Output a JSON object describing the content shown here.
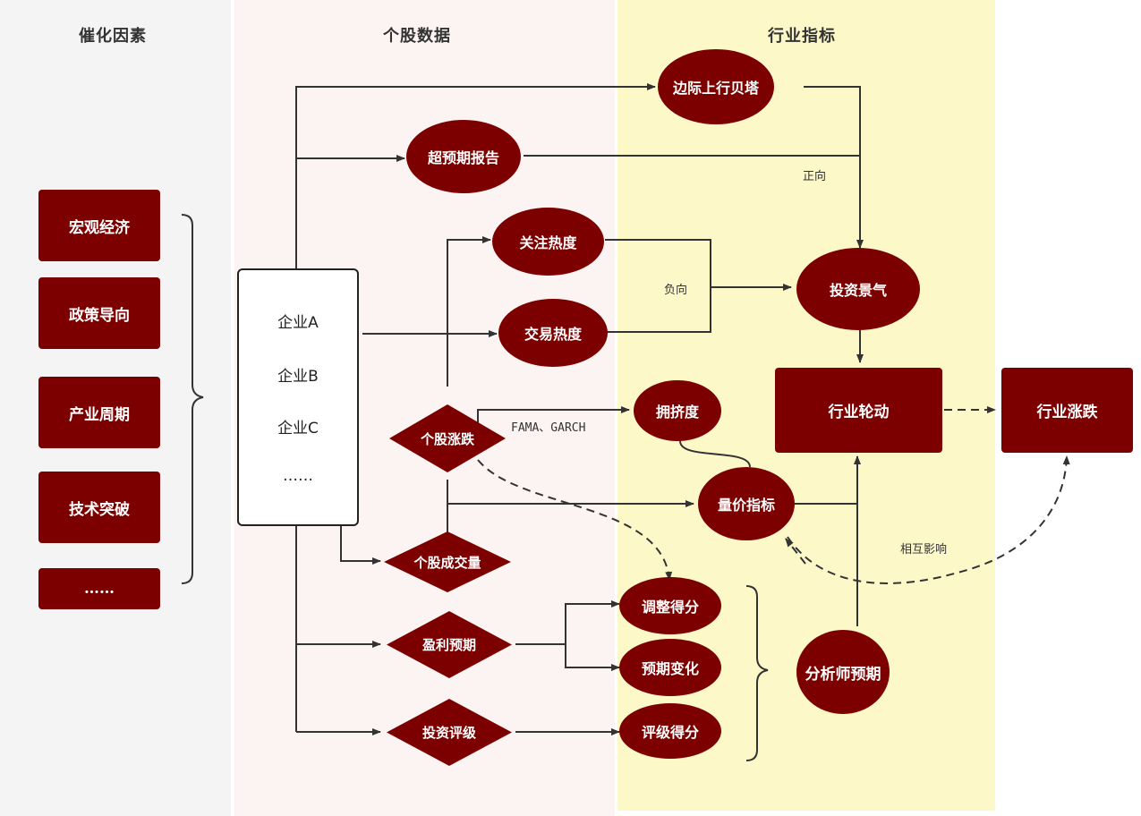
{
  "columns": {
    "catalysts": "催化因素",
    "stock_data": "个股数据",
    "industry_indicators": "行业指标"
  },
  "catalysts": [
    "宏观经济",
    "政策导向",
    "产业周期",
    "技术突破",
    "……"
  ],
  "companies": [
    "企业A",
    "企业B",
    "企业C",
    "……"
  ],
  "nodes": {
    "marginal_beta": "边际上行贝塔",
    "beyond_expectation_report": "超预期报告",
    "attention_heat": "关注热度",
    "trading_heat": "交易热度",
    "investment_climate": "投资景气",
    "industry_rotation": "行业轮动",
    "industry_change": "行业涨跌",
    "stock_change": "个股涨跌",
    "crowding": "拥挤度",
    "volume_price": "量价指标",
    "stock_volume": "个股成交量",
    "earnings_expectation": "盈利预期",
    "investment_rating": "投资评级",
    "adjusted_score": "调整得分",
    "expectation_change": "预期变化",
    "rating_score": "评级得分",
    "analyst_expectation": "分析师预期"
  },
  "edge_labels": {
    "positive": "正向",
    "negative": "负向",
    "fama_garch": "FAMA、GARCH",
    "mutual_influence": "相互影响"
  },
  "colors": {
    "node_fill": "#7d0000",
    "panel_catalysts": "#f4f4f5",
    "panel_stock": "#fcf4f3",
    "panel_industry": "#fdf8c8",
    "line": "#333333"
  }
}
